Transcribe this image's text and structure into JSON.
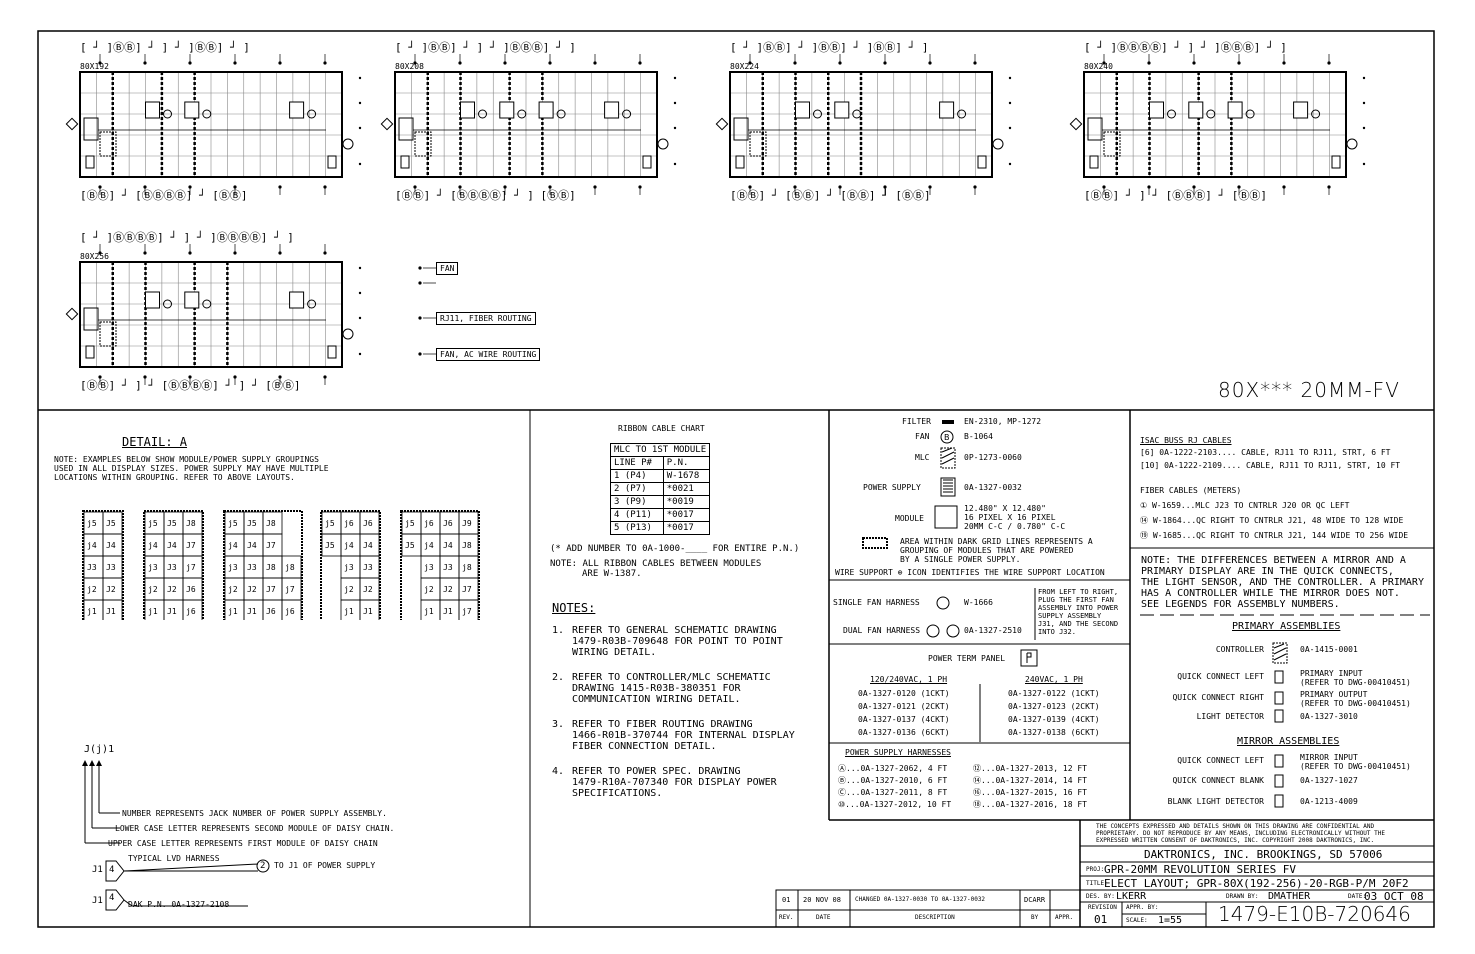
{
  "layouts": [
    {
      "label": "80X192",
      "top_jacks": "[ ┘ ]ⒷⒷ] ┘ ] ┘ ]ⒷⒷ] ┘ ]",
      "bottom_jacks": "[ⒷⒷ] ┘ [ⒷⒷⒷⒷ] ┘ [ⒷⒷ]"
    },
    {
      "label": "80X208",
      "top_jacks": "[ ┘ ]ⒷⒷ] ┘ ] ┘ ]ⒷⒷⒷ] ┘ ]",
      "bottom_jacks": "[ⒷⒷ] ┘ [ⒷⒷⒷⒷ] ┘ ] [ⒷⒷ]"
    },
    {
      "label": "80X224",
      "top_jacks": "[ ┘ ]ⒷⒷ] ┘ ]ⒷⒷ] ┘ ]ⒷⒷ] ┘ ]",
      "bottom_jacks": "[ⒷⒷ] ┘ [ⒷⒷ] ┘ [ⒷⒷ] ┘ [ⒷⒷ]"
    },
    {
      "label": "80X240",
      "top_jacks": "[ ┘ ]ⒷⒷⒷⒷ] ┘ ] ┘ ]ⒷⒷⒷ] ┘ ]",
      "bottom_jacks": "[ⒷⒷ] ┘ ] ┘ [ⒷⒷⒷ] ┘ [ⒷⒷ]"
    },
    {
      "label": "80X256",
      "top_jacks": "[ ┘ ]ⒷⒷⒷⒷ] ┘ ] ┘ ]ⒷⒷⒷⒷ] ┘ ]",
      "bottom_jacks": "[ⒷⒷ] ┘ ] ┘ [ⒷⒷⒷⒷ] ┘ ] ┘ [ⒷⒷ]"
    }
  ],
  "callouts": {
    "fan": "FAN",
    "rj11": "RJ11, FIBER ROUTING",
    "fan_ac": "FAN, AC WIRE ROUTING"
  },
  "sheet_title": "80X*** 20MM-FV",
  "detail": {
    "title": "DETAIL: A",
    "note": [
      "NOTE: EXAMPLES BELOW SHOW MODULE/POWER SUPPLY GROUPINGS",
      "USED IN ALL DISPLAY SIZES. POWER SUPPLY MAY HAVE MULTIPLE",
      "LOCATIONS WITHIN GROUPING. REFER TO ABOVE LAYOUTS."
    ],
    "grid1": [
      [
        "j5",
        "J5"
      ],
      [
        "j4",
        "J4"
      ],
      [
        "J3",
        "J3"
      ],
      [
        "j2",
        "J2"
      ],
      [
        "j1",
        "J1"
      ]
    ],
    "grid2": [
      [
        "j5",
        "J5",
        "J8"
      ],
      [
        "j4",
        "J4",
        "J7"
      ],
      [
        "j3",
        "J3",
        "j7"
      ],
      [
        "j2",
        "J2",
        "J6"
      ],
      [
        "j1",
        "J1",
        "j6"
      ]
    ],
    "grid3": [
      [
        "j5",
        "J5",
        "J8"
      ],
      [
        "j4",
        "J4",
        "J7"
      ],
      [
        "j3",
        "J3",
        "J8",
        "j8"
      ],
      [
        "j2",
        "J2",
        "J7",
        "j7"
      ],
      [
        "j1",
        "J1",
        "J6",
        "j6"
      ]
    ],
    "grid4": [
      [
        "j5",
        "j6",
        "J6"
      ],
      [
        "J5",
        "j4",
        "J4"
      ],
      [
        "j3",
        "J3"
      ],
      [
        "j2",
        "J2"
      ],
      [
        "j1",
        "J1"
      ]
    ],
    "grid5": [
      [
        "j5",
        "j6",
        "J6",
        "J9"
      ],
      [
        "J5",
        "j4",
        "J4",
        "J8"
      ],
      [
        "j3",
        "J3",
        "j8"
      ],
      [
        "j2",
        "J2",
        "J7"
      ],
      [
        "j1",
        "J1",
        "j7"
      ]
    ],
    "legend_label": "J(j)1",
    "legend": [
      "NUMBER REPRESENTS JACK NUMBER OF POWER SUPPLY ASSEMBLY.",
      "LOWER CASE LETTER REPRESENTS SECOND MODULE OF DAISY CHAIN.",
      "UPPER CASE LETTER REPRESENTS FIRST MODULE OF DAISY CHAIN"
    ],
    "harness_label": "TYPICAL LVD HARNESS",
    "harness_to": "TO J1 OF POWER SUPPLY",
    "harness_j1": "J1",
    "harness_j1b": "J1",
    "harness_n4": "4",
    "harness_n4b": "4",
    "harness_n2": "2",
    "dak_pn": "DAK P.N. 0A-1327-2108"
  },
  "ribbon": {
    "title": "RIBBON CABLE CHART",
    "subtitle": "MLC TO 1ST MODULE",
    "headers": [
      "LINE P#",
      "P.N."
    ],
    "rows": [
      [
        "1 (P4)",
        "W-1678"
      ],
      [
        "2 (P7)",
        "*0021"
      ],
      [
        "3 (P9)",
        "*0019"
      ],
      [
        "4 (P11)",
        "*0017"
      ],
      [
        "5 (P13)",
        "*0017"
      ]
    ],
    "note1": "(* ADD NUMBER TO 0A-1000-____ FOR ENTIRE P.N.)",
    "note2a": "NOTE: ALL RIBBON CABLES BETWEEN MODULES",
    "note2b": "ARE W-1387."
  },
  "notes": {
    "title": "NOTES:",
    "items": [
      [
        "1.",
        "REFER TO GENERAL SCHEMATIC DRAWING",
        "1479-R03B-709648 FOR POINT TO POINT",
        "WIRING DETAIL."
      ],
      [
        "2.",
        "REFER TO CONTROLLER/MLC SCHEMATIC",
        "DRAWING 1415-R03B-380351 FOR",
        "COMMUNICATION WIRING DETAIL."
      ],
      [
        "3.",
        "REFER TO FIBER ROUTING DRAWING",
        "1466-R01B-370744 FOR INTERNAL DISPLAY",
        "FIBER CONNECTION DETAIL."
      ],
      [
        "4.",
        "REFER TO POWER SPEC. DRAWING",
        "1479-R10A-707340 FOR DISPLAY POWER",
        "SPECIFICATIONS."
      ]
    ]
  },
  "legend_box": {
    "filter": "FILTER",
    "filter_val": "EN-2310, MP-1272",
    "fan": "FAN",
    "fan_val": "B-1064",
    "mlc": "MLC",
    "mlc_val": "0P-1273-0060",
    "ps": "POWER SUPPLY",
    "ps_val": "0A-1327-0032",
    "module": "MODULE",
    "module_val": [
      "12.480\" X 12.480\"",
      "16 PIXEL X 16 PIXEL",
      "20MM C-C / 0.780\" C-C"
    ],
    "area": [
      "AREA WITHIN DARK GRID LINES REPRESENTS A",
      "GROUPING OF MODULES THAT ARE POWERED",
      "BY A SINGLE POWER SUPPLY."
    ],
    "wire": "WIRE SUPPORT ⊕ ICON IDENTIFIES THE WIRE SUPPORT LOCATION",
    "single_fan": "SINGLE FAN HARNESS",
    "single_fan_val": "W-1666",
    "dual_fan": "DUAL FAN HARNESS",
    "dual_fan_val": "0A-1327-2510",
    "fan_note": [
      "FROM LEFT TO RIGHT,",
      "PLUG THE FIRST FAN",
      "ASSEMBLY INTO POWER",
      "SUPPLY ASSEMBLY",
      "J31, AND THE SECOND",
      "INTO J32."
    ],
    "ptp_title": "POWER TERM PANEL",
    "ptp_left_h": "120/240VAC, 1 PH",
    "ptp_right_h": "240VAC, 1 PH",
    "ptp_left": [
      "0A-1327-0120 (1CKT)",
      "0A-1327-0121 (2CKT)",
      "0A-1327-0137 (4CKT)",
      "0A-1327-0136 (6CKT)"
    ],
    "ptp_right": [
      "0A-1327-0122 (1CKT)",
      "0A-1327-0123 (2CKT)",
      "0A-1327-0139 (4CKT)",
      "0A-1327-0138 (6CKT)"
    ],
    "psh_title": "POWER SUPPLY HARNESSES",
    "psh_left": [
      "Ⓐ...0A-1327-2062, 4 FT",
      "Ⓑ...0A-1327-2010, 6 FT",
      "Ⓒ...0A-1327-2011, 8 FT",
      "⑩...0A-1327-2012, 10 FT"
    ],
    "psh_right": [
      "⑫...0A-1327-2013, 12 FT",
      "⑭...0A-1327-2014, 14 FT",
      "⑯...0A-1327-2015, 16 FT",
      "⑱...0A-1327-2016, 18 FT"
    ]
  },
  "isac": {
    "title": "ISAC BUSS RJ CABLES",
    "rows": [
      "[6] 0A-1222-2103.... CABLE, RJ11 TO RJ11, STRT, 6 FT",
      "[10] 0A-1222-2109.... CABLE, RJ11 TO RJ11, STRT, 10 FT"
    ],
    "fiber_title": "FIBER CABLES (METERS)",
    "fiber": [
      "① W-1659...MLC J23 TO CNTRLR J20 OR QC LEFT",
      "⑭ W-1864...QC RIGHT TO CNTRLR J21, 48 WIDE TO 128 WIDE",
      "⑲ W-1685...QC RIGHT TO CNTRLR J21, 144 WIDE TO 256 WIDE"
    ]
  },
  "assy": {
    "note": [
      "NOTE: THE DIFFERENCES BETWEEN A MIRROR AND A",
      "PRIMARY DISPLAY ARE IN THE QUICK CONNECTS,",
      "THE LIGHT SENSOR, AND THE CONTROLLER. A PRIMARY",
      "HAS A CONTROLLER WHILE THE MIRROR DOES NOT.",
      "SEE LEGENDS FOR ASSEMBLY NUMBERS."
    ],
    "primary_title": "PRIMARY ASSEMBLIES",
    "primary": [
      [
        "CONTROLLER",
        "0A-1415-0001"
      ],
      [
        "QUICK CONNECT LEFT",
        "PRIMARY INPUT|(REFER TO DWG-00410451)"
      ],
      [
        "QUICK CONNECT RIGHT",
        "PRIMARY OUTPUT|(REFER TO DWG-00410451)"
      ],
      [
        "LIGHT DETECTOR",
        "0A-1327-3010"
      ]
    ],
    "mirror_title": "MIRROR ASSEMBLIES",
    "mirror": [
      [
        "QUICK CONNECT LEFT",
        "MIRROR INPUT|(REFER TO DWG-00410451)"
      ],
      [
        "QUICK CONNECT BLANK",
        "0A-1327-1027"
      ],
      [
        "BLANK LIGHT DETECTOR",
        "0A-1213-4009"
      ]
    ]
  },
  "title_block": {
    "confidential": [
      "THE CONCEPTS EXPRESSED AND DETAILS SHOWN ON THIS DRAWING ARE CONFIDENTIAL AND",
      "PROPRIETARY. DO NOT REPRODUCE BY ANY MEANS, INCLUDING ELECTRONICALLY WITHOUT THE",
      "EXPRESSED WRITTEN CONSENT OF DAKTRONICS, INC.          COPYRIGHT 2008 DAKTRONICS, INC."
    ],
    "company": "DAKTRONICS, INC.   BROOKINGS, SD 57006",
    "proj_label": "PROJ:",
    "proj": "GPR-20MM REVOLUTION SERIES FV",
    "title_label": "TITLE:",
    "title": "ELECT LAYOUT; GPR-80X(192-256)-20-RGB-P/M 20F2",
    "des_label": "DES. BY:",
    "des": "LKERR",
    "drawn_label": "DRAWN BY:",
    "drawn": "DMATHER",
    "date_label": "DATE:",
    "date": "03 OCT 08",
    "rev_label": "REVISION",
    "rev": "01",
    "appr_label": "APPR. BY:",
    "scale_label": "SCALE:",
    "scale": "1=55",
    "dwg_no": "1479-E10B-720646"
  },
  "revision": {
    "row": [
      "01",
      "20 NOV 08",
      "CHANGED 0A-1327-0030 TO 0A-1327-0032",
      "DCARR",
      ""
    ],
    "headers": [
      "REV.",
      "DATE",
      "DESCRIPTION",
      "BY",
      "APPR."
    ]
  }
}
